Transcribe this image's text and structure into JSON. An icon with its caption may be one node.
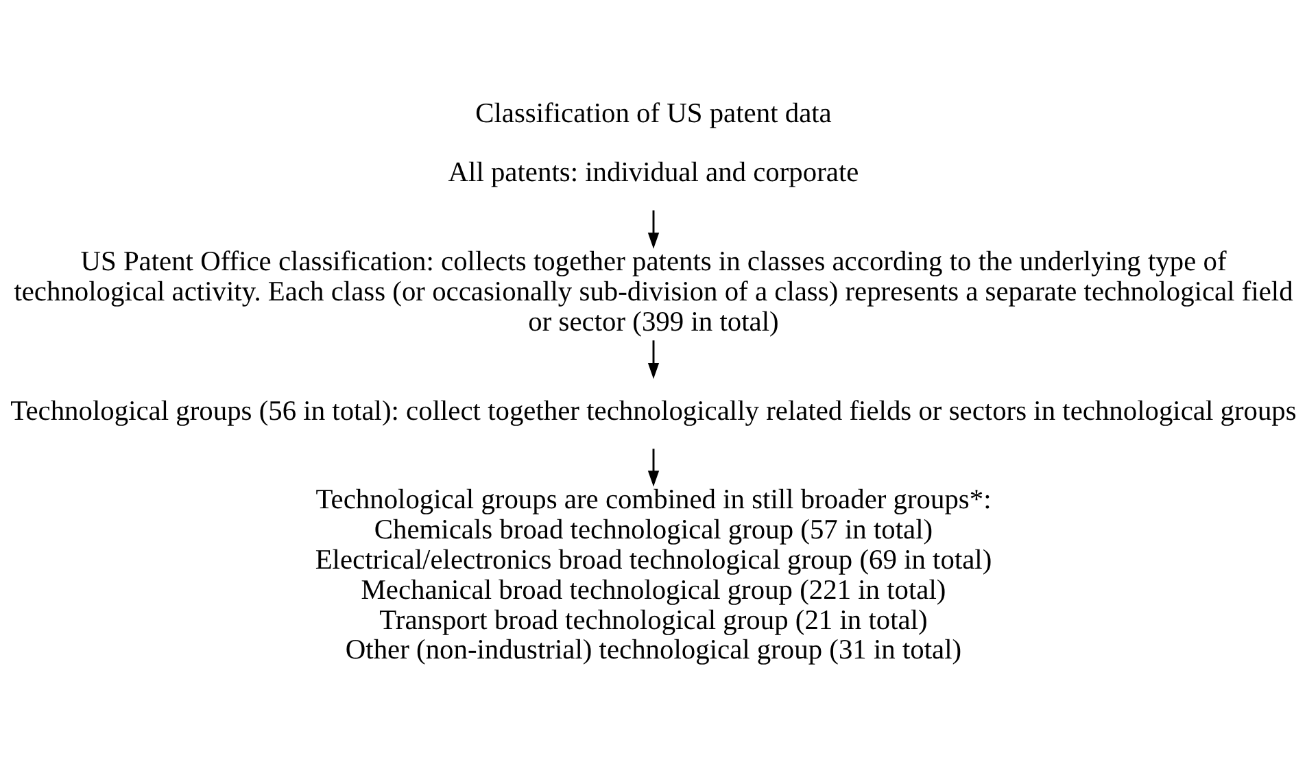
{
  "diagram": {
    "title": "Classification of US patent data",
    "nodes": [
      {
        "text": [
          "All patents: individual and corporate"
        ]
      },
      {
        "text": [
          "US Patent Office classification: collects together patents in classes according to the underlying type of technological activity. Each class (or occasionally sub-division of a class) represents a separate technological field or sector (399 in total)"
        ]
      },
      {
        "text": [
          "Technological groups (56 in total): collect together technologically related fields or sectors in technological groups"
        ]
      },
      {
        "text": [
          "Technological groups are combined in still broader groups*:",
          "Chemicals broad technological group (57 in total)",
          "Electrical/electronics broad technological group (69 in total)",
          "Mechanical broad technological group (221 in total)",
          "Transport broad technological group (21 in total)",
          "Other (non-industrial) technological group (31 in total)"
        ]
      }
    ],
    "edges": [
      {
        "from": 0,
        "to": 1,
        "arrow": "to"
      },
      {
        "from": 1,
        "to": 2,
        "arrow": "to"
      },
      {
        "from": 2,
        "to": 3,
        "arrow": "to"
      }
    ]
  }
}
